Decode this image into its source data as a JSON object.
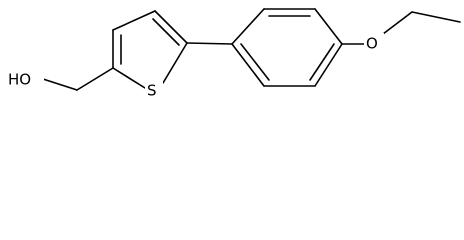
{
  "molecule": {
    "atom_labels": {
      "hydroxyl": "HO",
      "thiophene_sulfur": "S",
      "ether_oxygen": "O"
    },
    "colors": {
      "bond": "#000000",
      "text": "#000000",
      "background": "#ffffff"
    }
  }
}
